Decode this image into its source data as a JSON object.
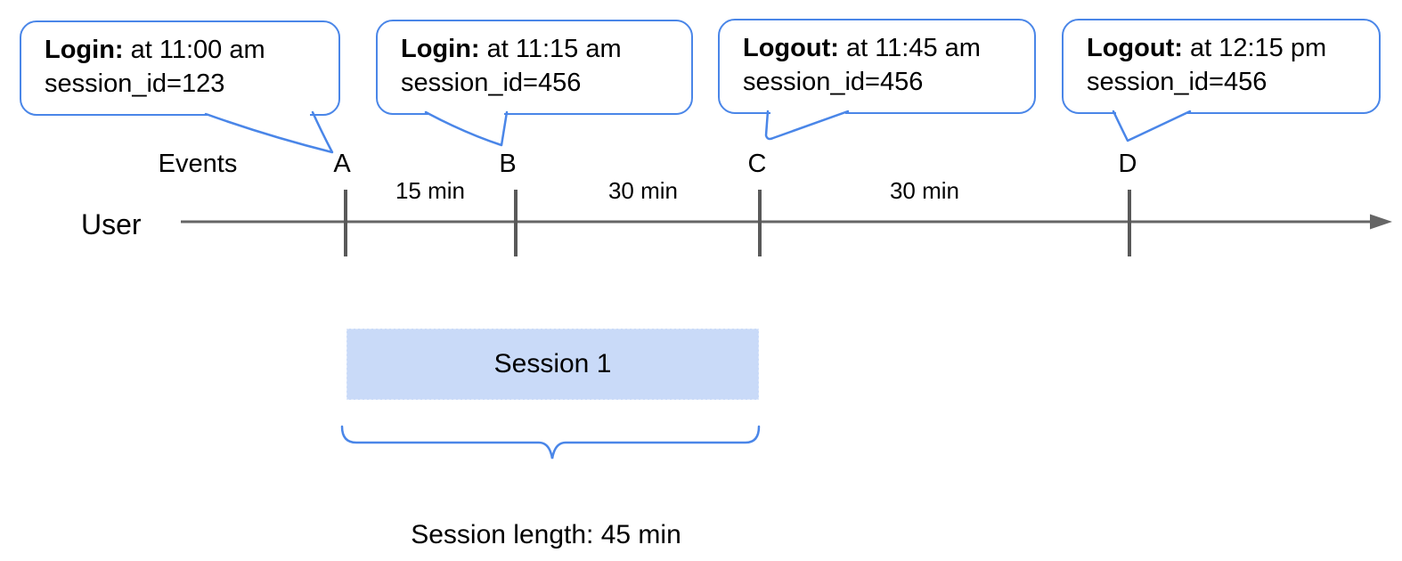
{
  "colors": {
    "accent_blue": "#4a86e8",
    "session_fill": "#c9daf8",
    "axis_gray": "#666666",
    "tick_gray": "#595959"
  },
  "bubbles": [
    {
      "label": "Login:",
      "text": " at 11:00 am",
      "line2": "session_id=123"
    },
    {
      "label": "Login:",
      "text": " at 11:15 am",
      "line2": "session_id=456"
    },
    {
      "label": "Logout:",
      "text": " at 11:45 am",
      "line2": "session_id=456"
    },
    {
      "label": "Logout:",
      "text": " at 12:15 pm",
      "line2": "session_id=456"
    }
  ],
  "timeline": {
    "axis_label": "Events",
    "row_label": "User",
    "events": [
      "A",
      "B",
      "C",
      "D"
    ],
    "intervals": [
      "15 min",
      "30 min",
      "30 min"
    ]
  },
  "session": {
    "box_label": "Session 1",
    "length_label": "Session length: 45 min"
  }
}
